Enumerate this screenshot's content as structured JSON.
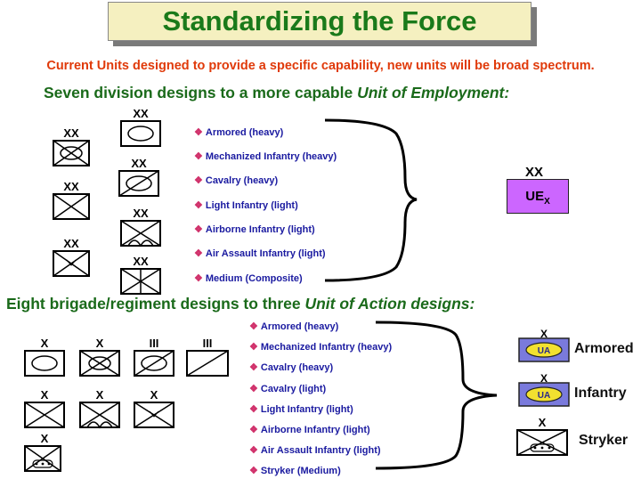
{
  "title": "Standardizing the Force",
  "subtitle": "Current Units designed to provide a specific capability, new units will be broad spectrum.",
  "division_section": {
    "heading_prefix": "Seven division designs to a more capable ",
    "heading_italic": "Unit of Employment:",
    "items": [
      "Armored (heavy)",
      "Mechanized Infantry (heavy)",
      "Cavalry (heavy)",
      "Light Infantry (light)",
      "Airborne Infantry (light)",
      "Air Assault Infantry (light)",
      "Medium (Composite)"
    ],
    "echelon": "XX",
    "target_label": "UE",
    "target_sub": "X",
    "target_color": "#cc66ff"
  },
  "brigade_section": {
    "heading_prefix": "Eight brigade/regiment designs to three ",
    "heading_italic": "Unit of Action designs:",
    "items": [
      "Armored (heavy)",
      "Mechanized Infantry (heavy)",
      "Cavalry (heavy)",
      "Cavalry (light)",
      "Light Infantry (light)",
      "Airborne Infantry (light)",
      "Air Assault Infantry (light)",
      "Stryker (Medium)"
    ],
    "echelon_brigade": "X",
    "echelon_regiment": "III",
    "ua_label": "UA",
    "ua_color": "#f2e030",
    "ua_box_color": "#7a7adc",
    "targets": [
      "Armored",
      "Infantry",
      "Stryker"
    ]
  },
  "colors": {
    "title": "#1a7a1a",
    "subtitle": "#e03a0a",
    "heading": "#1a6a1a",
    "list_text": "#1a1aa0",
    "bullet": "#d0306a"
  },
  "icons": [
    "bullet-diamond-icon",
    "armor-symbol",
    "infantry-symbol",
    "cavalry-symbol",
    "airborne-symbol",
    "air-assault-symbol",
    "mechanized-symbol",
    "stryker-symbol",
    "brace-icon"
  ]
}
